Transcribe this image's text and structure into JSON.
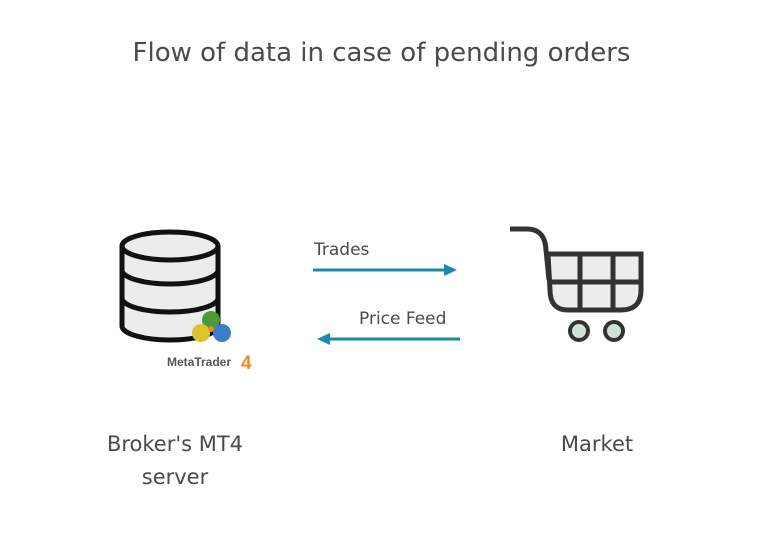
{
  "title": "Flow of data in case of pending orders",
  "nodes": {
    "server": {
      "label": "Broker's MT4 server",
      "line1": "Broker's MT4",
      "line2": "server",
      "logo_text": "MetaTrader",
      "logo_num": "4"
    },
    "market": {
      "label": "Market"
    }
  },
  "edges": [
    {
      "from": "server",
      "to": "market",
      "label": "Trades"
    },
    {
      "from": "market",
      "to": "server",
      "label": "Price Feed"
    }
  ],
  "colors": {
    "arrow": "#1a8aa8",
    "text": "#4a4a4a",
    "icon": "#333333",
    "fill": "#ececec",
    "wheel": "#cfe3d8",
    "logo_orange": "#f08a24"
  }
}
